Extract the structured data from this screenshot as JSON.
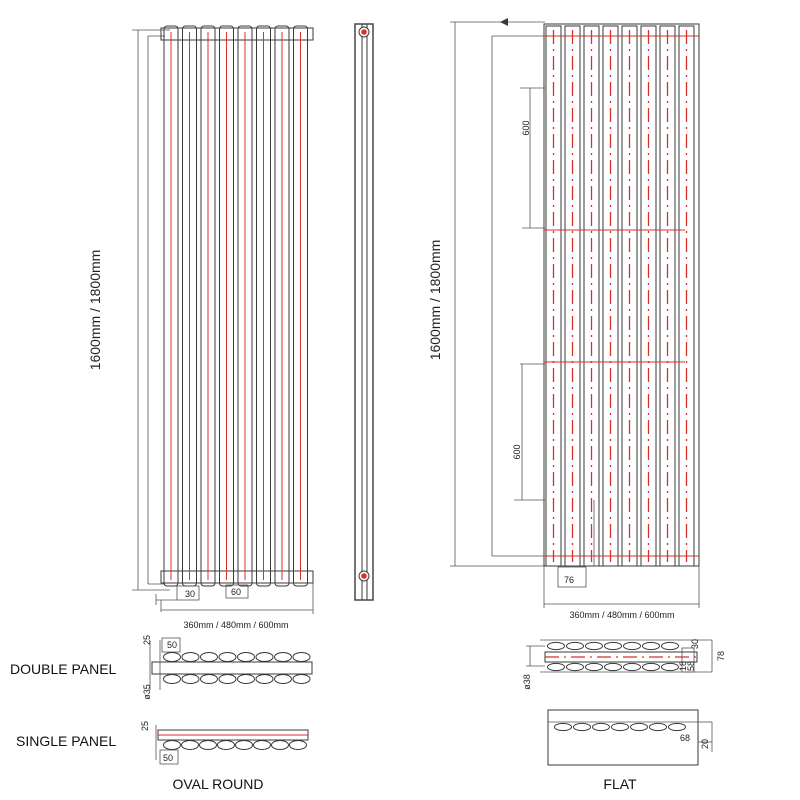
{
  "oval": {
    "height_label": "1600mm / 1800mm",
    "width_label": "360mm / 480mm / 600mm",
    "dim_30": "30",
    "dim_60": "60",
    "double_dim_25": "25",
    "double_dim_50": "50",
    "double_dim_35": "ø35",
    "single_dim_25": "25",
    "single_dim_50": "50",
    "title": "OVAL ROUND"
  },
  "flat": {
    "height_label": "1600mm / 1800mm",
    "width_label": "360mm / 480mm / 600mm",
    "bracket_top": "600",
    "bracket_bottom": "600",
    "dim_76": "76",
    "double_dim_38": "ø38",
    "double_dim_30": "30",
    "double_dim_78": "78",
    "double_dim_18": "18",
    "double_dim_58": "58",
    "single_dim_68": "68",
    "single_dim_20": "20",
    "title": "FLAT"
  },
  "labels": {
    "double_panel": "DOUBLE PANEL",
    "single_panel": "SINGLE PANEL"
  },
  "colors": {
    "line": "#3a3a3a",
    "accent": "#d9302a"
  }
}
